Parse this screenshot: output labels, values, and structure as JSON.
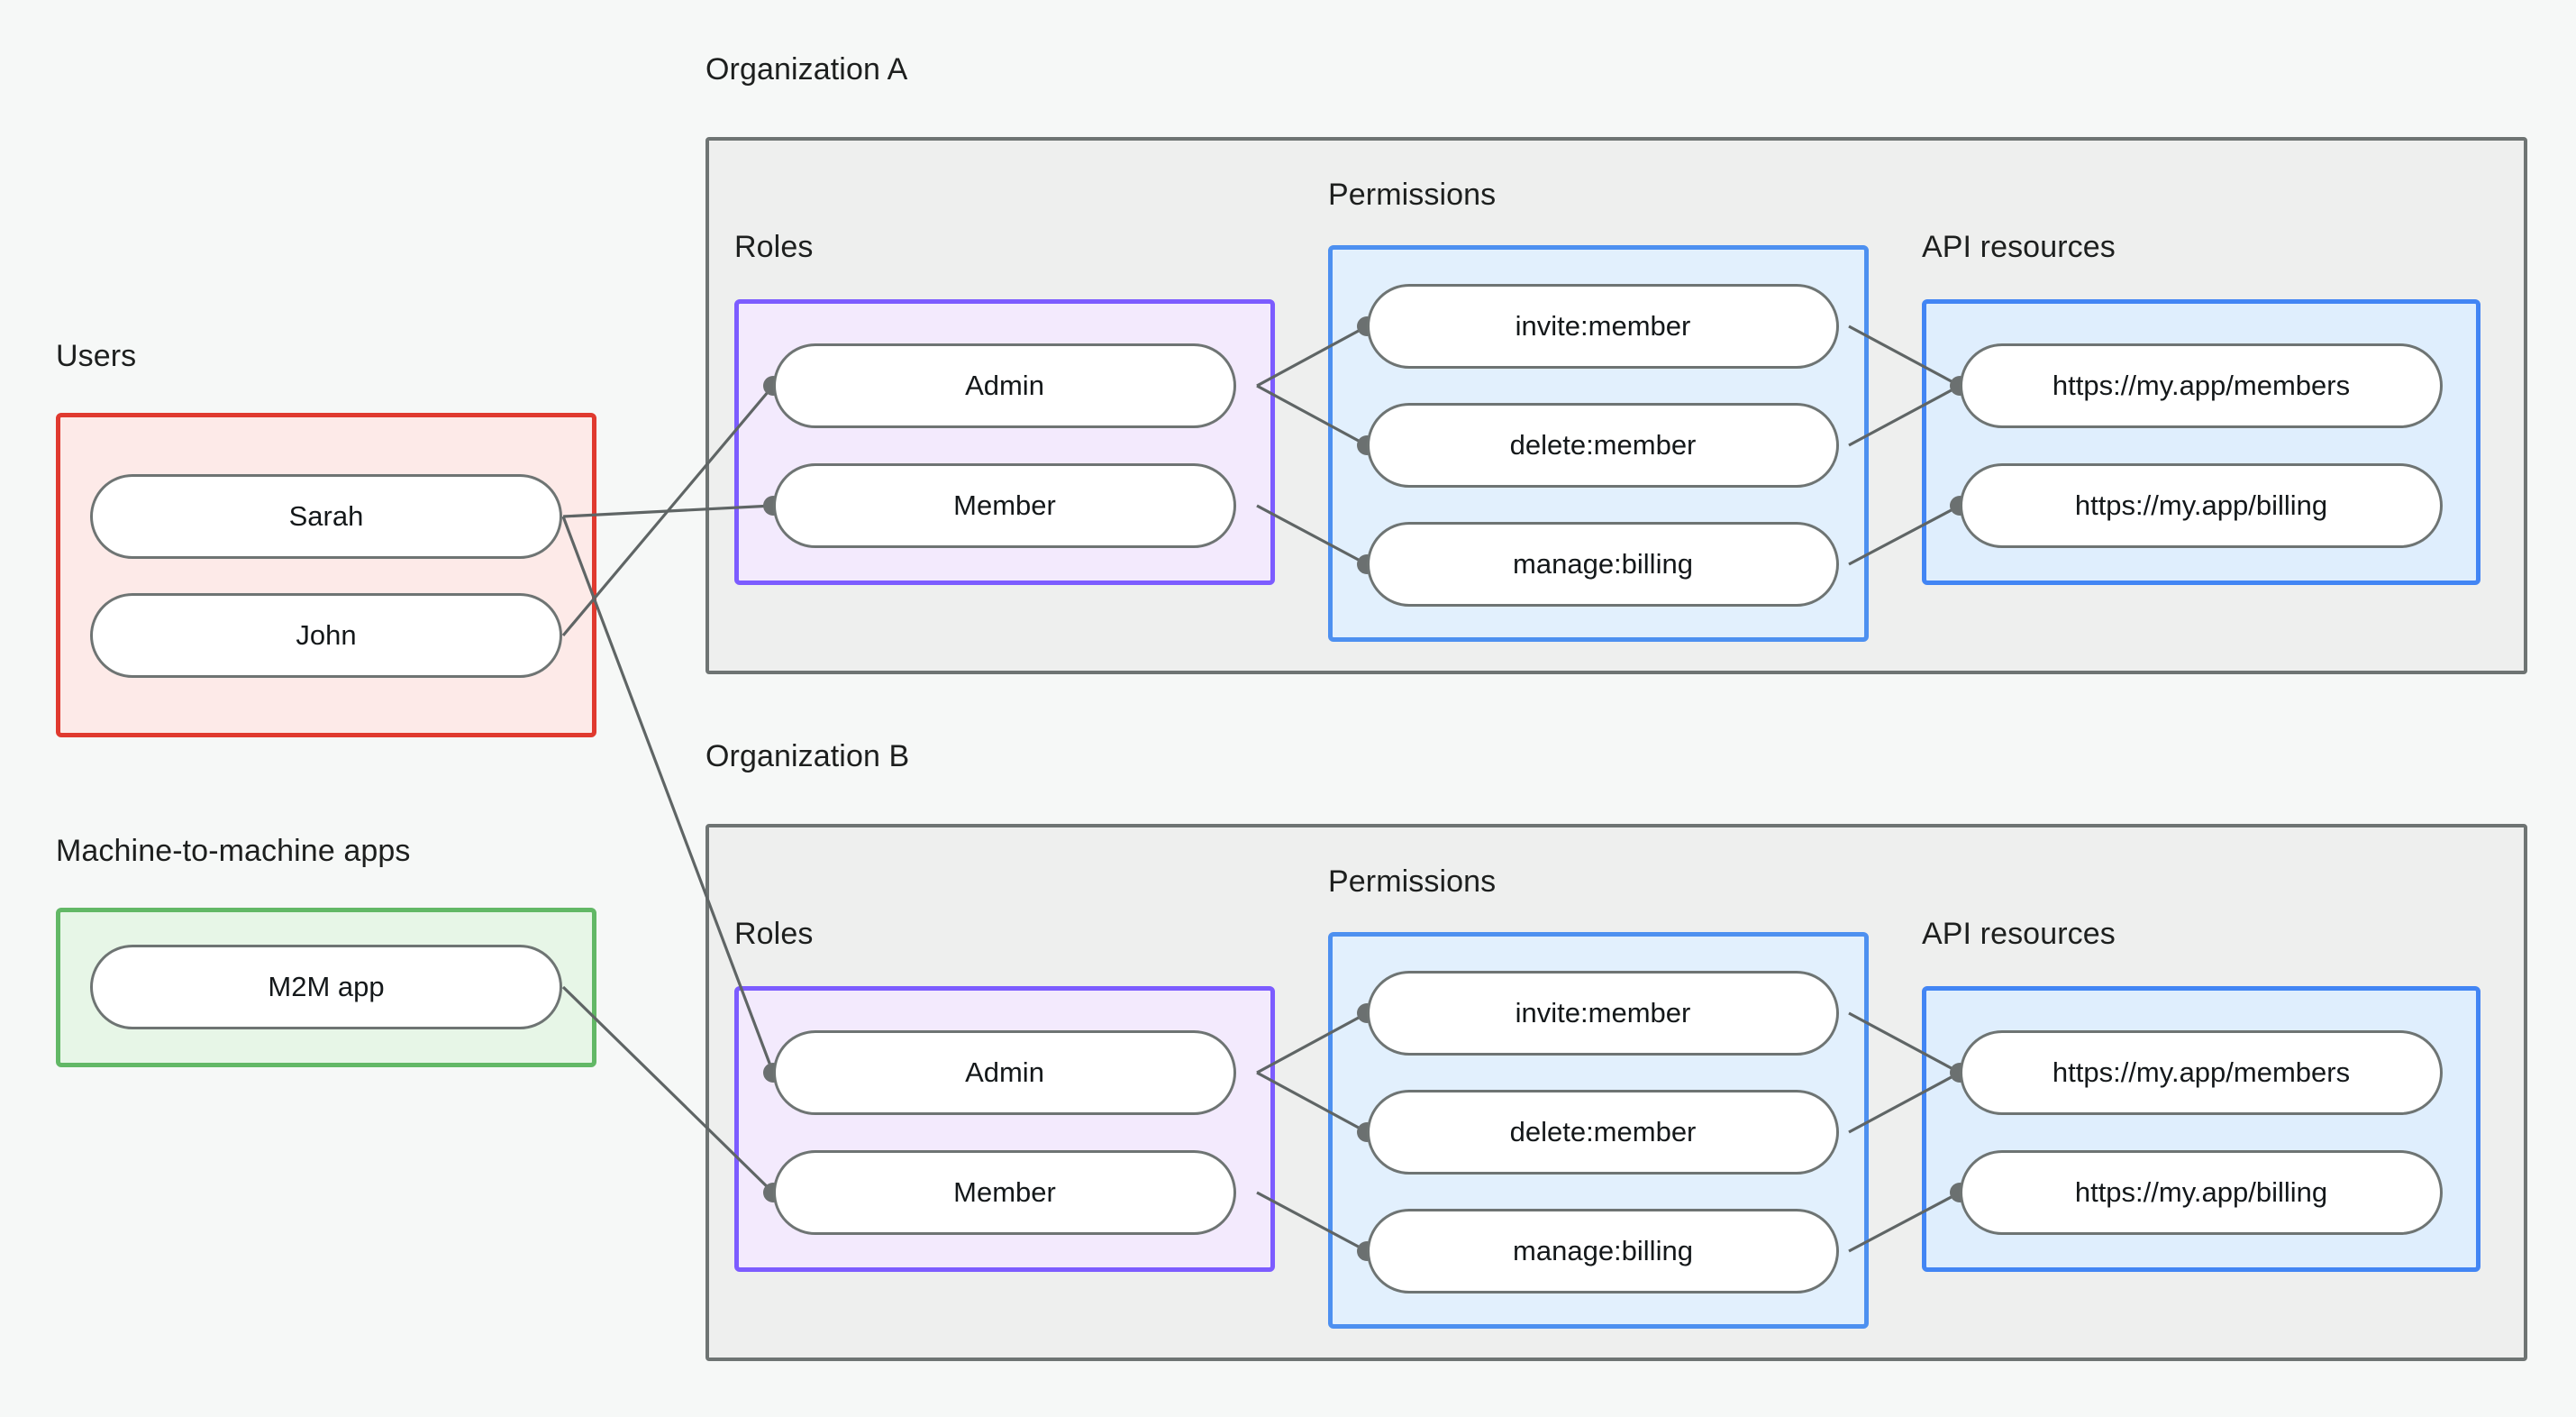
{
  "theme": {
    "background": "#f6f8f7",
    "org_fill": "#eeefee",
    "org_border": "#6e7473",
    "users_fill": "#fdeae8",
    "users_border": "#e03a2f",
    "m2m_fill": "#e7f6e7",
    "m2m_border": "#62b866",
    "roles_fill": "#f3eafd",
    "roles_border": "#7c5cff",
    "permissions_fill": "#e2f0fd",
    "permissions_border": "#4d90f0",
    "api_fill": "#dfeefd",
    "api_border": "#4285f4",
    "node_fill": "#ffffff",
    "node_border": "#6e7473",
    "edge_color": "#5f6565"
  },
  "left_column": {
    "users": {
      "title": "Users",
      "items": [
        {
          "label": "Sarah"
        },
        {
          "label": "John"
        }
      ]
    },
    "m2m": {
      "title": "Machine-to-machine apps",
      "items": [
        {
          "label": "M2M app"
        }
      ]
    }
  },
  "organizations": [
    {
      "title": "Organization A",
      "roles": {
        "title": "Roles",
        "items": [
          {
            "label": "Admin"
          },
          {
            "label": "Member"
          }
        ]
      },
      "permissions": {
        "title": "Permissions",
        "items": [
          {
            "label": "invite:member"
          },
          {
            "label": "delete:member"
          },
          {
            "label": "manage:billing"
          }
        ]
      },
      "api_resources": {
        "title": "API resources",
        "items": [
          {
            "label": "https://my.app/members"
          },
          {
            "label": "https://my.app/billing"
          }
        ]
      }
    },
    {
      "title": "Organization B",
      "roles": {
        "title": "Roles",
        "items": [
          {
            "label": "Admin"
          },
          {
            "label": "Member"
          }
        ]
      },
      "permissions": {
        "title": "Permissions",
        "items": [
          {
            "label": "invite:member"
          },
          {
            "label": "delete:member"
          },
          {
            "label": "manage:billing"
          }
        ]
      },
      "api_resources": {
        "title": "API resources",
        "items": [
          {
            "label": "https://my.app/members"
          },
          {
            "label": "https://my.app/billing"
          }
        ]
      }
    }
  ],
  "connections": [
    {
      "from": "Sarah",
      "to": "Organization A / Member"
    },
    {
      "from": "Sarah",
      "to": "Organization B / Admin"
    },
    {
      "from": "John",
      "to": "Organization A / Admin"
    },
    {
      "from": "M2M app",
      "to": "Organization B / Member"
    },
    {
      "from": "Organization A / Admin",
      "to": "Organization A / invite:member"
    },
    {
      "from": "Organization A / Admin",
      "to": "Organization A / delete:member"
    },
    {
      "from": "Organization A / Member",
      "to": "Organization A / manage:billing"
    },
    {
      "from": "Organization A / invite:member",
      "to": "Organization A / https://my.app/members"
    },
    {
      "from": "Organization A / delete:member",
      "to": "Organization A / https://my.app/members"
    },
    {
      "from": "Organization A / manage:billing",
      "to": "Organization A / https://my.app/billing"
    },
    {
      "from": "Organization B / Admin",
      "to": "Organization B / invite:member"
    },
    {
      "from": "Organization B / Admin",
      "to": "Organization B / delete:member"
    },
    {
      "from": "Organization B / Member",
      "to": "Organization B / manage:billing"
    },
    {
      "from": "Organization B / invite:member",
      "to": "Organization B / https://my.app/members"
    },
    {
      "from": "Organization B / delete:member",
      "to": "Organization B / https://my.app/members"
    },
    {
      "from": "Organization B / manage:billing",
      "to": "Organization B / https://my.app/billing"
    }
  ]
}
